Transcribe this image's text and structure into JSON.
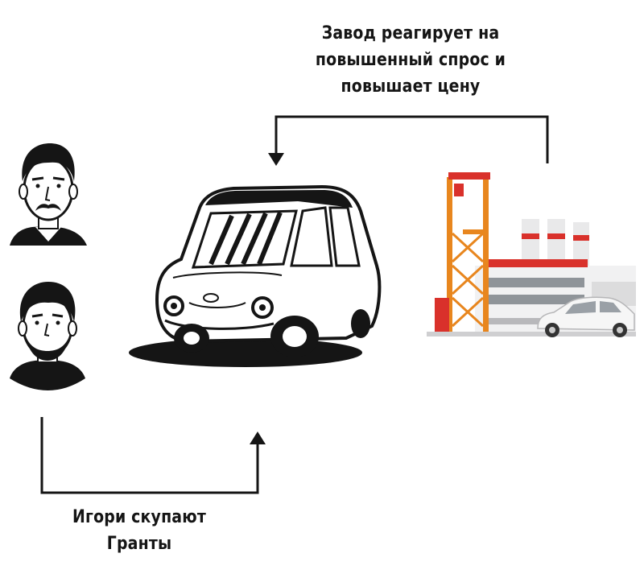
{
  "top_caption": {
    "line1": "Завод реагирует на",
    "line2": "повышенный спрос и",
    "line3": "повышает цену"
  },
  "bottom_caption": {
    "line1": "Игори скупают",
    "line2": "Гранты"
  },
  "icons": {
    "person_top": "man-with-mustache-icon",
    "person_bottom": "man-with-beard-icon",
    "car": "car-illustration",
    "factory": "car-factory-illustration"
  },
  "colors": {
    "ink": "#151515",
    "crane_orange": "#e8861e",
    "factory_red": "#d9312b"
  }
}
